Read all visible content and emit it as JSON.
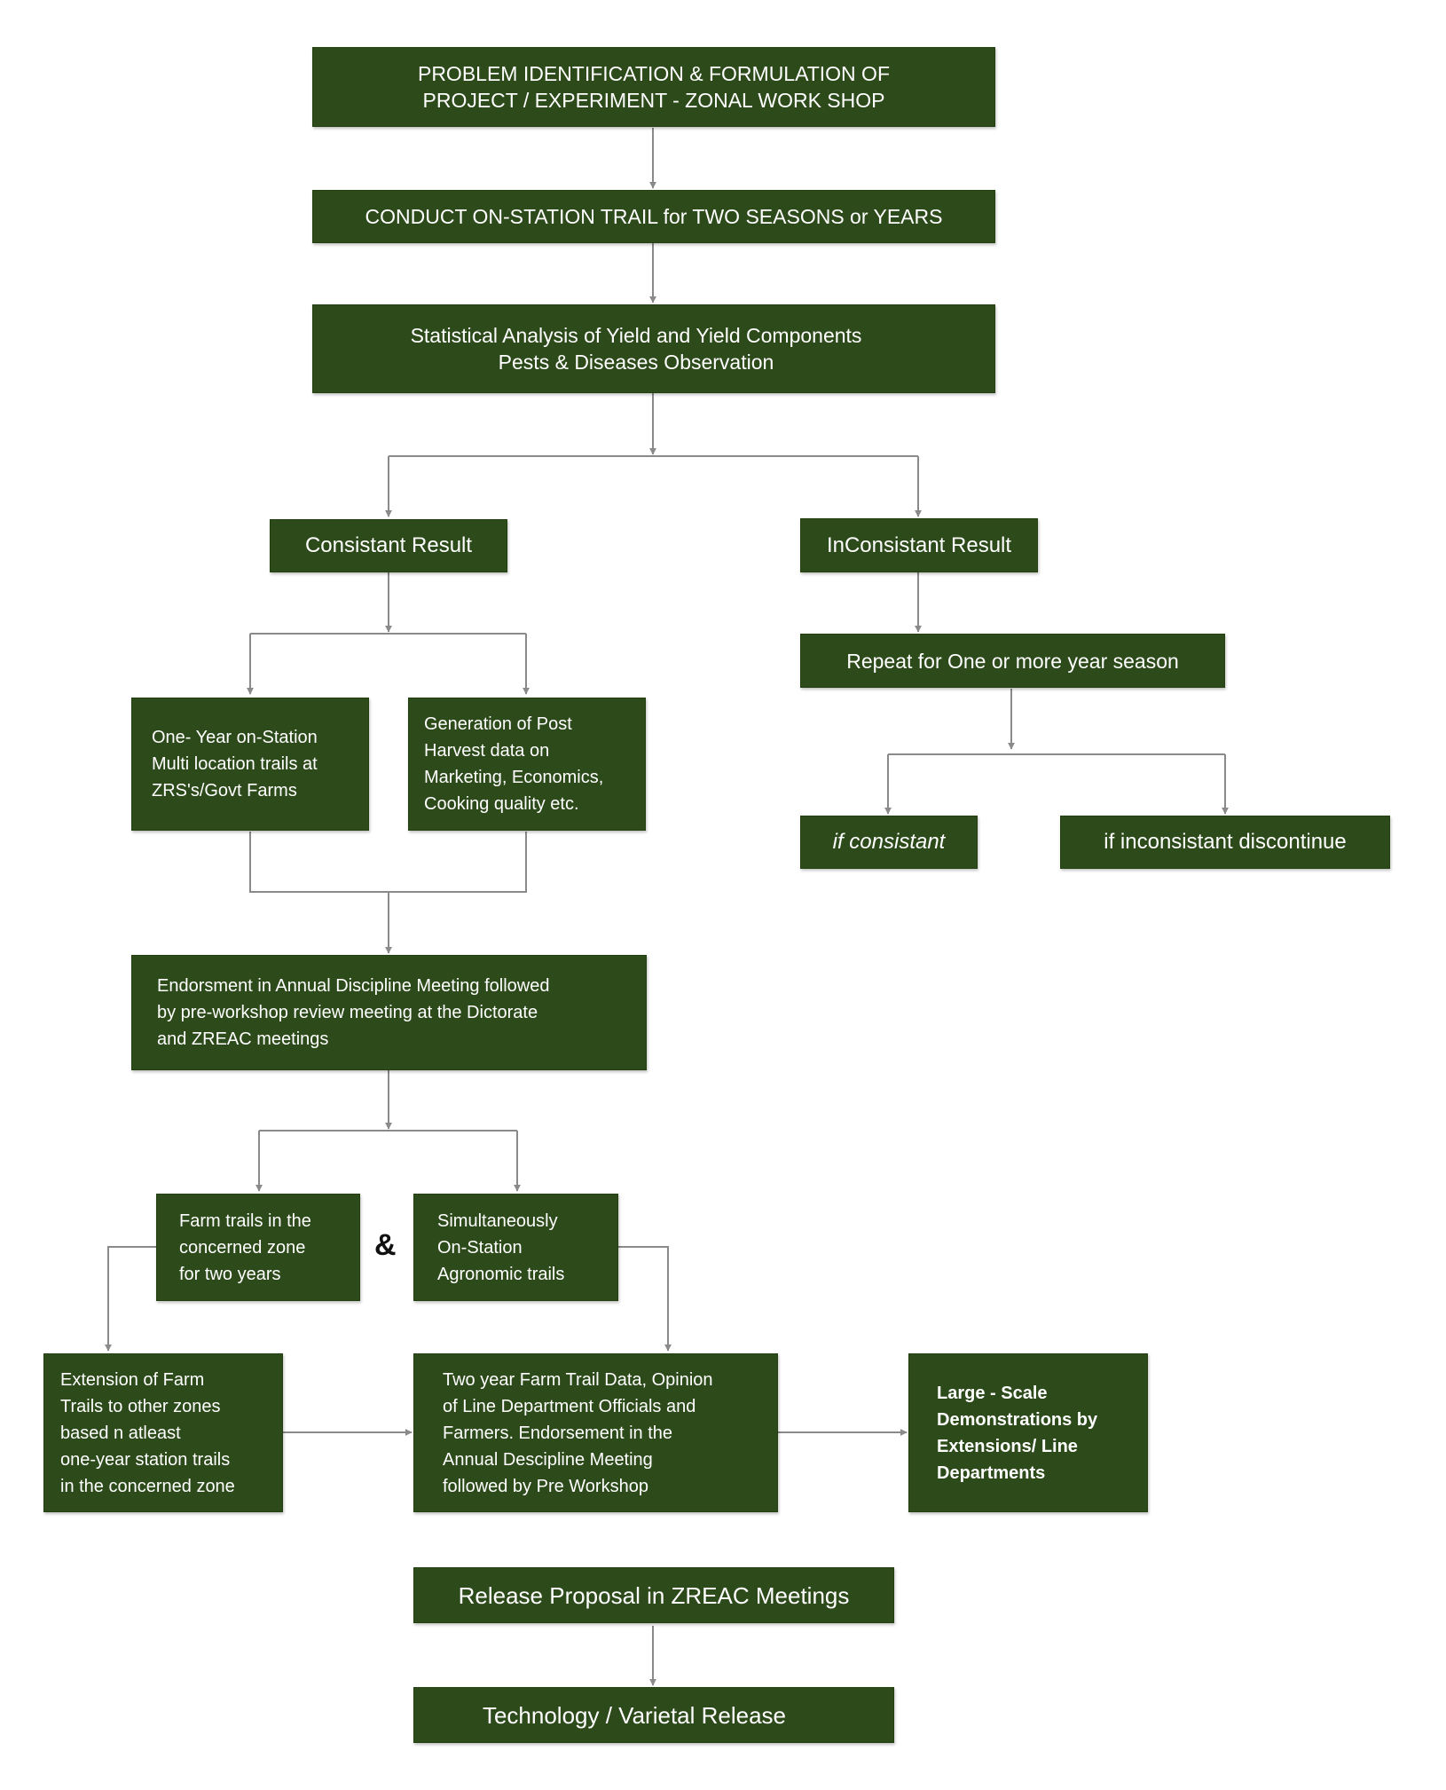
{
  "colors": {
    "box_fill": "#2d4a1a",
    "box_text": "#ffffff",
    "connector": "#8a8a8a",
    "background": "#ffffff"
  },
  "nodes": {
    "problem_identification": [
      "PROBLEM IDENTIFICATION & FORMULATION OF",
      "PROJECT / EXPERIMENT  - ZONAL WORK SHOP"
    ],
    "on_station_trail": [
      "CONDUCT ON-STATION TRAIL for TWO SEASONS or YEARS"
    ],
    "statistical_analysis": [
      "Statistical Analysis of Yield and Yield Components",
      "Pests & Diseases Observation"
    ],
    "consistant_result": [
      "Consistant Result"
    ],
    "inconsistant_result": [
      "InConsistant Result"
    ],
    "repeat_season": [
      "Repeat for One or more year season"
    ],
    "if_consistant": [
      "if consistant"
    ],
    "if_inconsistant": [
      "if inconsistant discontinue"
    ],
    "one_year_station": [
      "One- Year on-Station",
      "Multi location trails at",
      "ZRS's/Govt Farms"
    ],
    "post_harvest": [
      "Generation of  Post",
      "Harvest data on",
      "Marketing, Economics,",
      "Cooking quality etc."
    ],
    "endorsement": [
      "Endorsment in Annual Discipline Meeting followed",
      "by pre-workshop review meeting at the Dictorate",
      "and ZREAC meetings"
    ],
    "farm_trails": [
      "Farm trails in the",
      "concerned zone",
      "for two years"
    ],
    "simultaneous_trails": [
      "Simultaneously",
      "On-Station",
      "Agronomic trails"
    ],
    "extension_trails": [
      "Extension of Farm",
      "Trails to other zones",
      "based n atleast",
      "one-year station trails",
      "in the concerned zone"
    ],
    "two_year_data": [
      "Two year Farm Trail Data, Opinion",
      "of Line Department Officials and",
      "Farmers. Endorsement in the",
      "Annual Descipline Meeting",
      "followed by Pre Workshop"
    ],
    "large_scale": [
      "Large - Scale",
      "Demonstrations by",
      "Extensions/ Line",
      "Departments"
    ],
    "release_proposal": [
      "Release Proposal in ZREAC Meetings"
    ],
    "varietal_release": [
      "Technology / Varietal Release"
    ]
  },
  "ampersand": "&"
}
